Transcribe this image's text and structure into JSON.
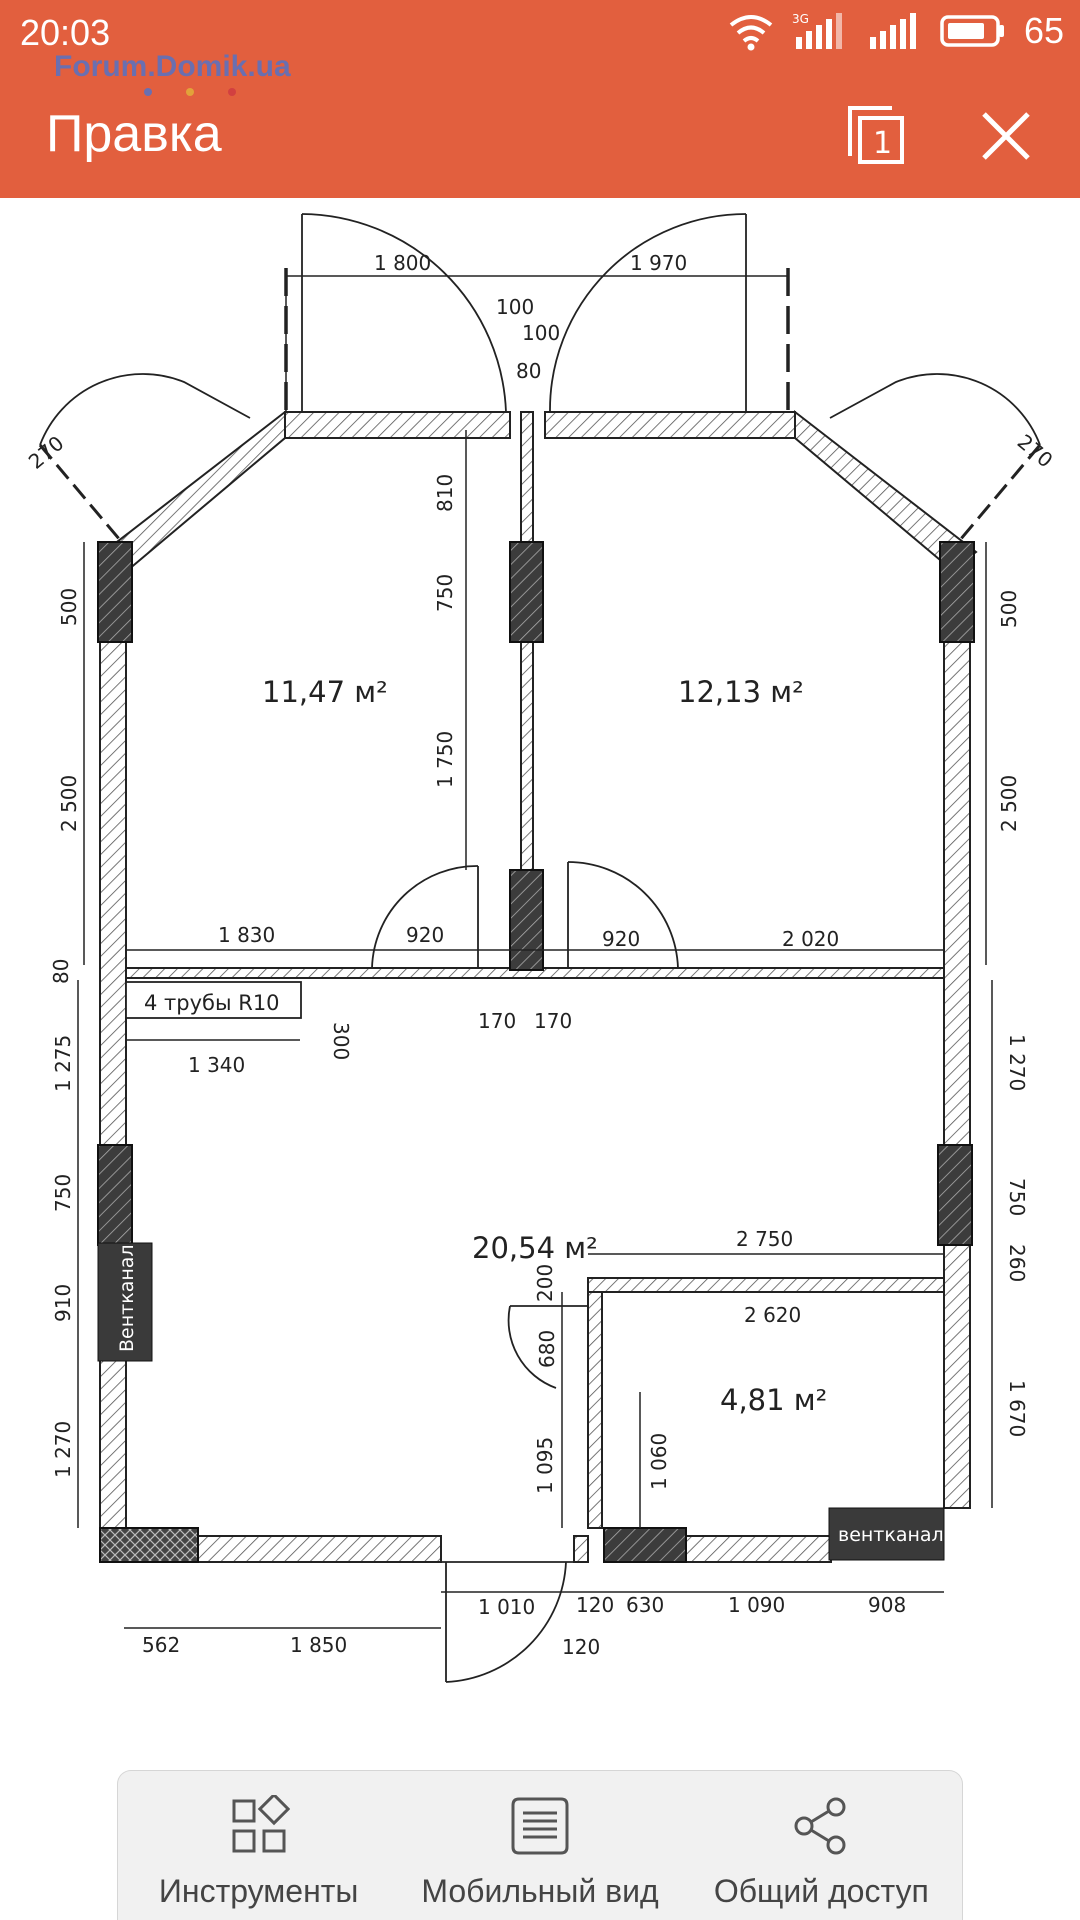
{
  "status": {
    "time": "20:03",
    "network": "3G",
    "battery": "65"
  },
  "watermark": "Forum.Domik.ua",
  "header": {
    "title": "Правка",
    "page_count": "1"
  },
  "plan": {
    "dims": {
      "d1800": "1 800",
      "d1970": "1 970",
      "d100a": "100",
      "d100b": "100",
      "d80top": "80",
      "d270l": "270",
      "d270r": "270",
      "d810": "810",
      "d750mid": "750",
      "d1750": "1 750",
      "d500l": "500",
      "d500r": "500",
      "d2500l": "2 500",
      "d2500r": "2 500",
      "d1830": "1 830",
      "d920l": "920",
      "d920r": "920",
      "d2020": "2 020",
      "d80l": "80",
      "d300": "300",
      "d170a": "170",
      "d170b": "170",
      "d1340": "1 340",
      "d1275": "1 275",
      "d1270r": "1 270",
      "d750l": "750",
      "d750r": "750",
      "d910": "910",
      "d1270l": "1 270",
      "d2750": "2 750",
      "d260": "260",
      "d200": "200",
      "d2620": "2 620",
      "d680": "680",
      "d1095": "1 095",
      "d1060": "1 060",
      "d1670": "1 670",
      "d1010": "1 010",
      "d120a": "120",
      "d630": "630",
      "d1090": "1 090",
      "d908": "908",
      "d562": "562",
      "d1850": "1 850",
      "d120b": "120"
    },
    "rooms": {
      "room1": "11,47 м²",
      "room2": "12,13 м²",
      "room3": "20,54 м²",
      "room4": "4,81 м²"
    },
    "labels": {
      "pipes": "4 трубы R10",
      "vent_left": "Вентканал",
      "vent_right": "вентканал"
    }
  },
  "toolbar": [
    {
      "label": "Инструменты",
      "icon": "tools-icon"
    },
    {
      "label": "Мобильный вид",
      "icon": "mobile-view-icon"
    },
    {
      "label": "Общий доступ",
      "icon": "share-icon"
    }
  ]
}
